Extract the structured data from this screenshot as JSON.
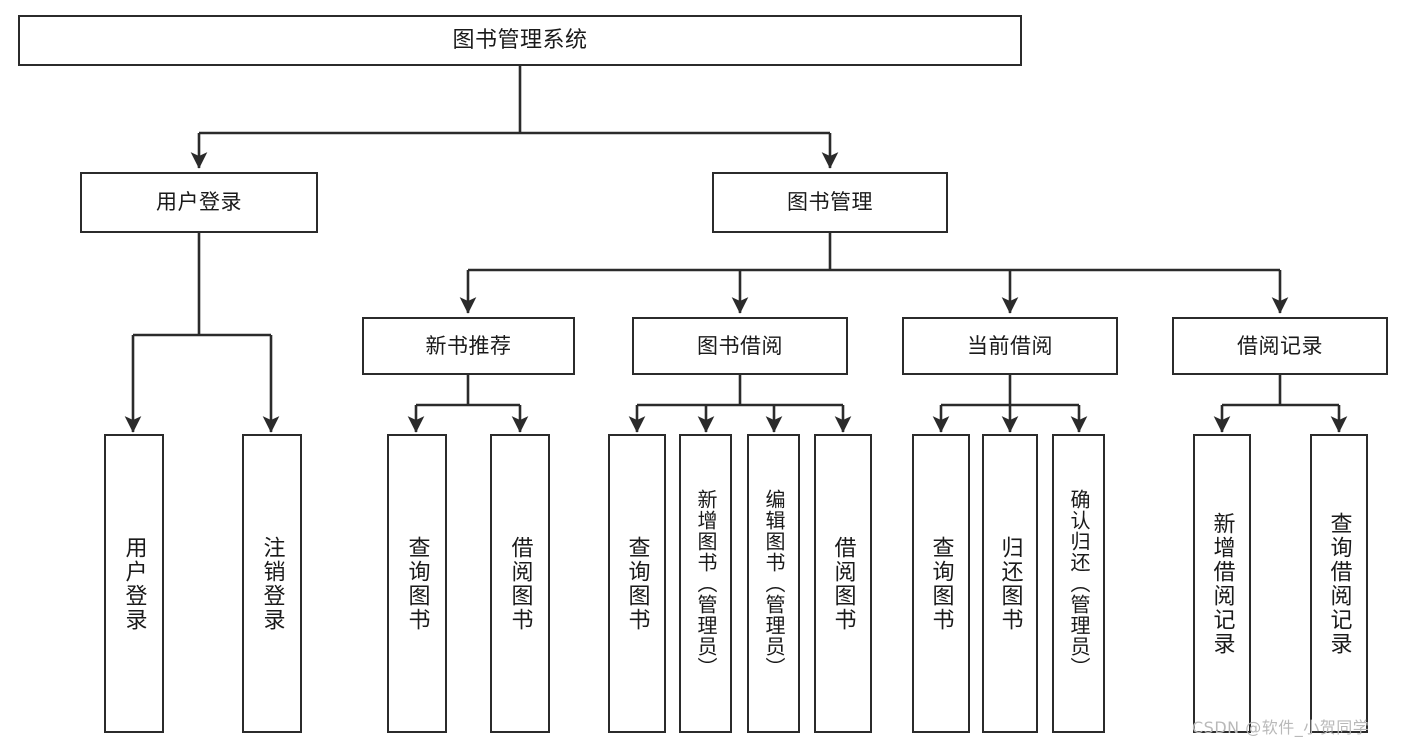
{
  "diagram": {
    "title": "图书管理系统",
    "type": "functional-structure-tree",
    "watermark": "CSDN @软件_小贺同学",
    "colors": {
      "box_border": "#2b2b2b",
      "box_fill": "#ffffff",
      "edge": "#2b2b2b",
      "text": "#1a1a1a",
      "watermark": "#b9b9b9",
      "background": "#ffffff"
    },
    "nodes": {
      "root": {
        "label": "图书管理系统"
      },
      "level2": [
        {
          "label": "用户登录"
        },
        {
          "label": "图书管理"
        }
      ],
      "level3": [
        {
          "label": "新书推荐"
        },
        {
          "label": "图书借阅"
        },
        {
          "label": "当前借阅"
        },
        {
          "label": "借阅记录"
        }
      ],
      "leaves": {
        "user_login": [
          {
            "label": "用户登录"
          },
          {
            "label": "注销登录"
          }
        ],
        "new_book_recommend": [
          {
            "label": "查询图书"
          },
          {
            "label": "借阅图书"
          }
        ],
        "book_borrow": [
          {
            "label": "查询图书"
          },
          {
            "label": "新增图书（管理员）"
          },
          {
            "label": "编辑图书（管理员）"
          },
          {
            "label": "借阅图书"
          }
        ],
        "current_borrow": [
          {
            "label": "查询图书"
          },
          {
            "label": "归还图书"
          },
          {
            "label": "确认归还（管理员）"
          }
        ],
        "borrow_record": [
          {
            "label": "新增借阅记录"
          },
          {
            "label": "查询借阅记录"
          }
        ]
      }
    }
  }
}
